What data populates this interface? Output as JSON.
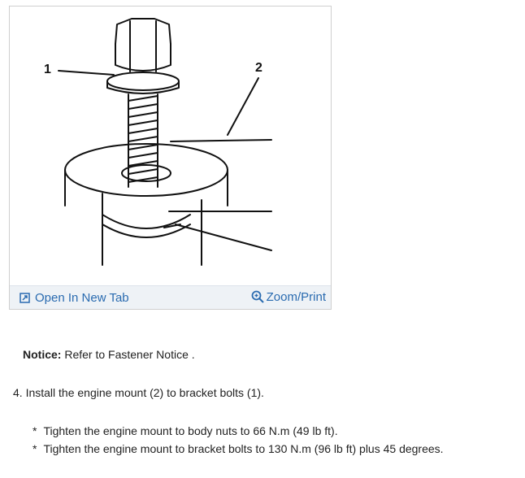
{
  "figure": {
    "callouts": [
      "1",
      "2"
    ],
    "footer": {
      "open_tab_label": "Open In New Tab",
      "zoom_print_label": "Zoom/Print",
      "open_tab_icon": "open-new-tab-icon",
      "zoom_icon": "magnifier-icon"
    },
    "link_color": "#2a6bb0"
  },
  "notice": {
    "label": "Notice:",
    "text": "Refer to Fastener Notice ."
  },
  "step": {
    "text": "4. Install the engine mount (2) to bracket bolts (1)."
  },
  "bullets": [
    {
      "marker": "*",
      "text": "Tighten the engine mount to body nuts to 66 N.m (49 lb ft)."
    },
    {
      "marker": "*",
      "text": "Tighten the engine mount to bracket bolts to 130 N.m (96 lb ft) plus 45 degrees."
    }
  ]
}
